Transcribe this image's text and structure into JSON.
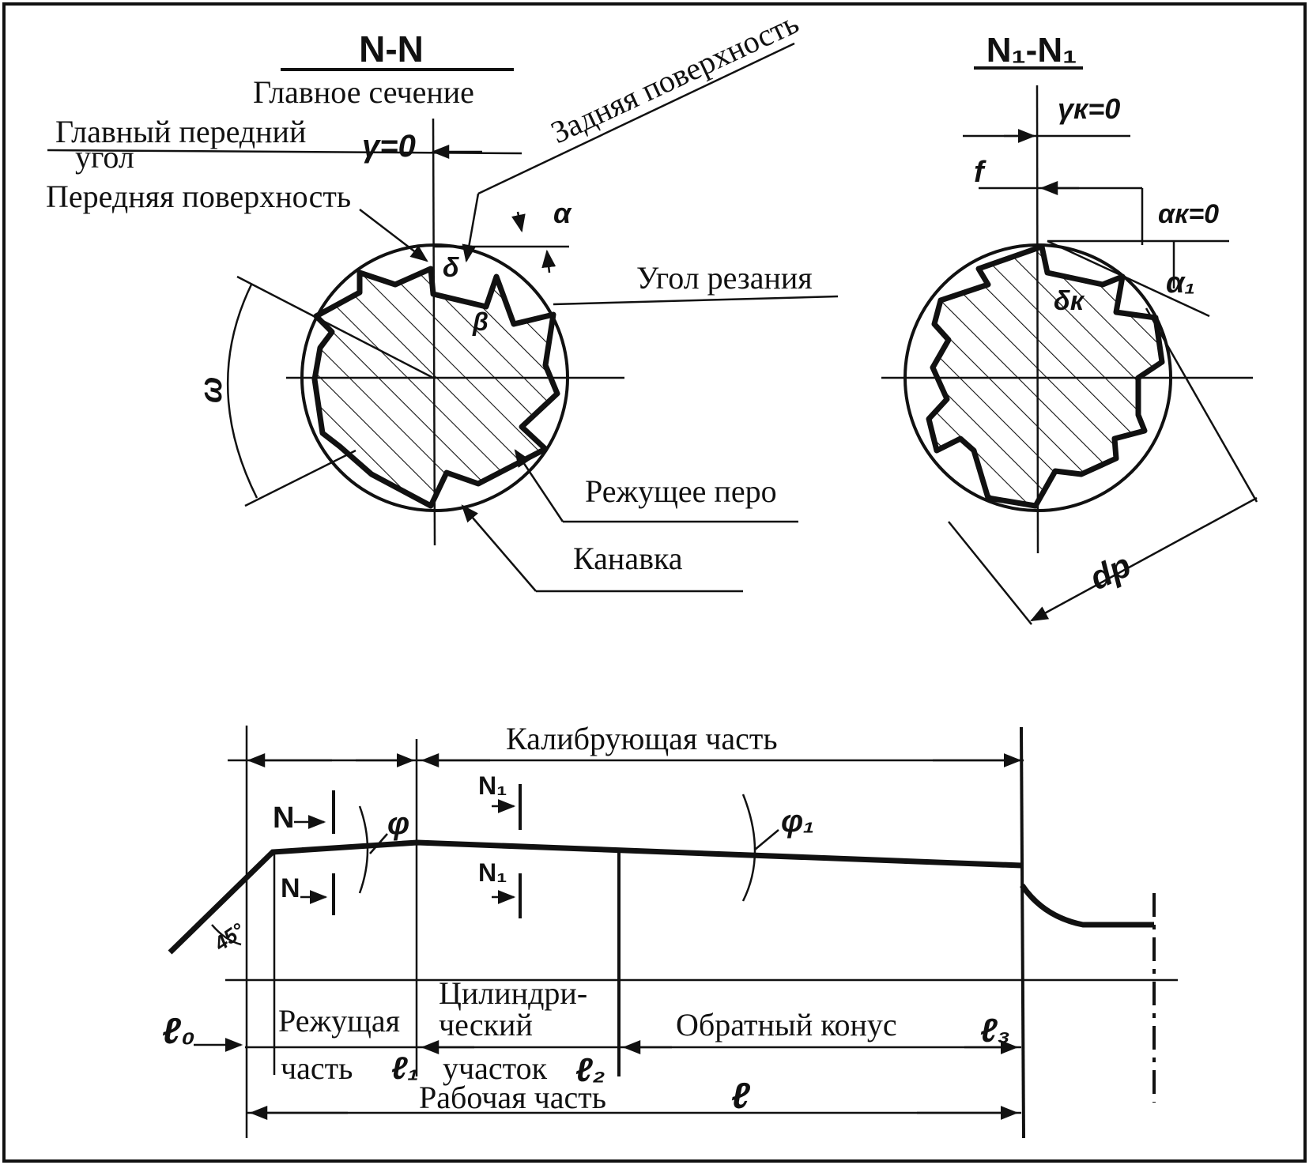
{
  "section_nn": {
    "title": "N-N",
    "subtitle": "Главное сечение",
    "rake_angle_label_line1": "Главный передний",
    "rake_angle_label_line2": "угол",
    "rake_angle_value": "γ=0",
    "flank_surface": "Задняя поверхность",
    "rake_surface": "Передняя поверхность",
    "cutting_angle": "Угол резания",
    "cutting_edge_tooth": "Режущее перо",
    "groove": "Канавка",
    "angle_alpha": "α",
    "angle_beta": "β",
    "angle_delta": "δ",
    "angle_omega": "ω"
  },
  "section_n1n1": {
    "title": "N₁-N₁",
    "gamma_k": "γк=0",
    "f_label": "f",
    "alpha_k": "αк=0",
    "alpha_1": "α₁",
    "delta_k": "δк",
    "diameter": "dр"
  },
  "side_view": {
    "calibrating_part": "Калибрующая часть",
    "cut_n_top": "N",
    "cut_n_bottom": "N",
    "cut_n1_top": "N₁",
    "cut_n1_bottom": "N₁",
    "phi": "φ",
    "phi1": "φ₁",
    "angle_45": "45°",
    "l0": "ℓ₀",
    "cutting_part_line1": "Режущая",
    "cutting_part_line2": "часть",
    "l1": "ℓ₁",
    "cylindrical_line1": "Цилиндри-",
    "cylindrical_line2": "ческий",
    "cylindrical_line3": "участок",
    "l2": "ℓ₂",
    "reverse_cone": "Обратный конус",
    "l3": "ℓ₃",
    "working_part": "Рабочая часть",
    "l": "ℓ"
  }
}
